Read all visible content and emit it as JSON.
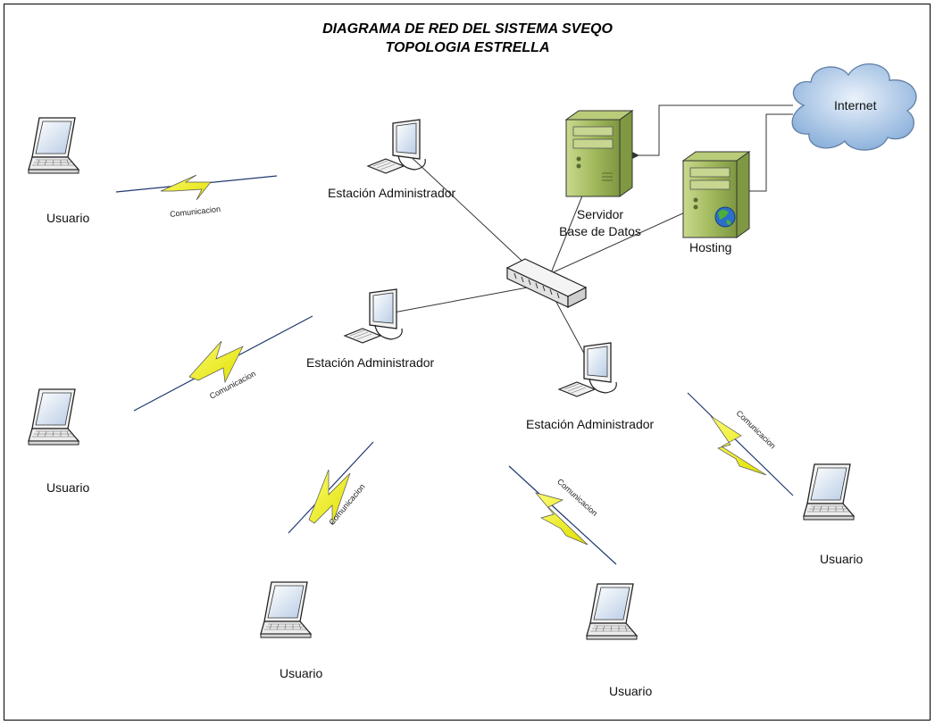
{
  "title": {
    "line1": "DIAGRAMA DE RED DEL SISTEMA SVEQO",
    "line2": "TOPOLOGIA ESTRELLA"
  },
  "nodes": {
    "internet": "Internet",
    "servidor_line1": "Servidor",
    "servidor_line2": "Base de Datos",
    "hosting": "Hosting",
    "estacion_1": "Estación Administrador",
    "estacion_2": "Estación Administrador",
    "estacion_3": "Estación Administrador",
    "usuario_1": "Usuario",
    "usuario_2": "Usuario",
    "usuario_3": "Usuario",
    "usuario_4": "Usuario",
    "usuario_5": "Usuario"
  },
  "links": {
    "comunicacion_1": "Comunicacion",
    "comunicacion_2": "Comunicacion",
    "comunicacion_3": "Comunicacion",
    "comunicacion_4": "Comunicacion",
    "comunicacion_5": "Comunicacion"
  },
  "colors": {
    "server_green": "#9bb65a",
    "bolt_yellow": "#f0f000",
    "cloud_blue": "#a9c7e8",
    "line": "#333333"
  },
  "icons": [
    "laptop-icon",
    "desktop-icon",
    "server-icon",
    "hosting-server-icon",
    "globe-icon",
    "cloud-icon",
    "switch-icon",
    "lightning-icon"
  ]
}
